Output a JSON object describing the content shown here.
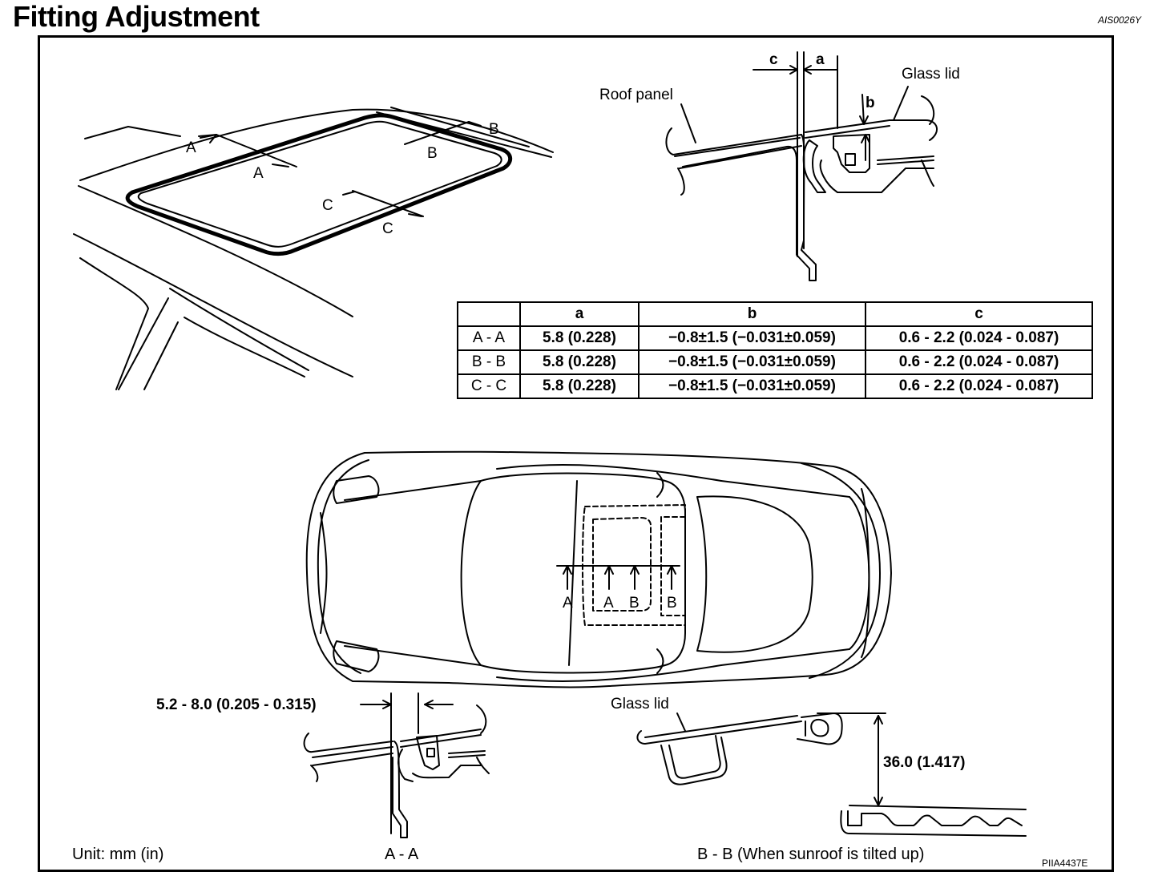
{
  "header": {
    "title": "Fitting Adjustment",
    "ref_code": "AIS0026Y"
  },
  "table": {
    "headers": [
      "",
      "a",
      "b",
      "c"
    ],
    "rows": [
      {
        "section": "A - A",
        "a": "5.8 (0.228)",
        "b": "−0.8±1.5 (−0.031±0.059)",
        "c": "0.6 - 2.2 (0.024 - 0.087)"
      },
      {
        "section": "B - B",
        "a": "5.8 (0.228)",
        "b": "−0.8±1.5 (−0.031±0.059)",
        "c": "0.6 - 2.2 (0.024 - 0.087)"
      },
      {
        "section": "C - C",
        "a": "5.8 (0.228)",
        "b": "−0.8±1.5 (−0.031±0.059)",
        "c": "0.6 - 2.2 (0.024 - 0.087)"
      }
    ]
  },
  "labels": {
    "roof_panel": "Roof panel",
    "glass_lid": "Glass lid",
    "glass_lid_2": "Glass lid",
    "dim_c": "c",
    "dim_a": "a",
    "dim_b": "b",
    "A": "A",
    "B": "B",
    "C": "C",
    "gap_aa": "5.2 - 8.0 (0.205 - 0.315)",
    "tilt_height": "36.0 (1.417)"
  },
  "footer": {
    "unit": "Unit: mm (in)",
    "section_aa": "A - A",
    "section_bb": "B - B  (When sunroof is tilted up)",
    "ref_code": "PIIA4437E"
  }
}
